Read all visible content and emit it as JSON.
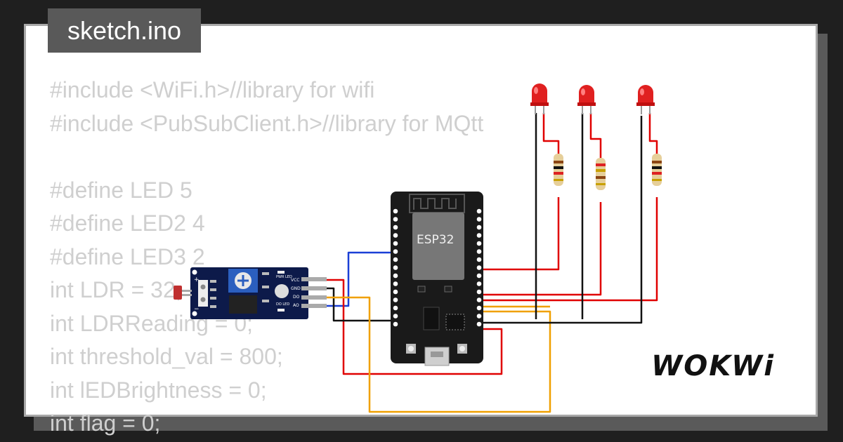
{
  "file_tab": {
    "label": "sketch.ino"
  },
  "code_lines": [
    "#include <WiFi.h>//library for wifi",
    "#include <PubSubClient.h>//library for MQtt",
    "",
    "#define LED 5",
    "#define LED2 4",
    "#define LED3 2",
    "int LDR = 32;",
    "int LDRReading = 0;",
    "int threshold_val = 800;",
    "int lEDBrightness = 0;",
    "int flag = 0;"
  ],
  "branding": {
    "logo_text": "WOKWi"
  },
  "esp32": {
    "label": "ESP32"
  },
  "sensor": {
    "pin_labels": [
      "VCC",
      "GND",
      "DO",
      "AO"
    ],
    "led_labels": [
      "PWR LED",
      "DO LED"
    ],
    "polarity_labels": [
      "+",
      "−"
    ]
  },
  "colors": {
    "wire_red": "#e00000",
    "wire_black": "#111111",
    "wire_blue": "#1a3fd6",
    "wire_orange": "#f0a000",
    "led_red": "#e02020",
    "board": "#1a1a1a",
    "sensor_pcb": "#0d1a4a"
  }
}
